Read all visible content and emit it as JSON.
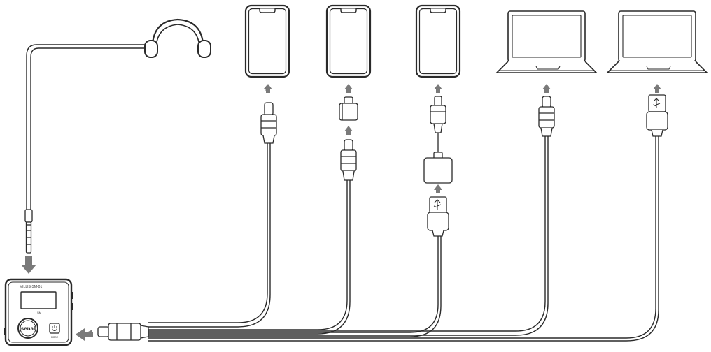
{
  "device": {
    "model_label": "MILLIS-SM-01",
    "screen_caption": "SM",
    "brand": "senal",
    "power_caption": "MODE"
  },
  "colors": {
    "line": "#2a2a2a",
    "arrow": "#7a7a7a",
    "cable": "#8f8f8f"
  },
  "icons": [
    "headphones-icon",
    "smartphone-icon",
    "laptop-icon",
    "usb-c-connector-icon",
    "lightning-connector-icon",
    "usb-a-connector-icon",
    "adapter-icon",
    "trrs-plug-icon",
    "arrow-icon"
  ]
}
